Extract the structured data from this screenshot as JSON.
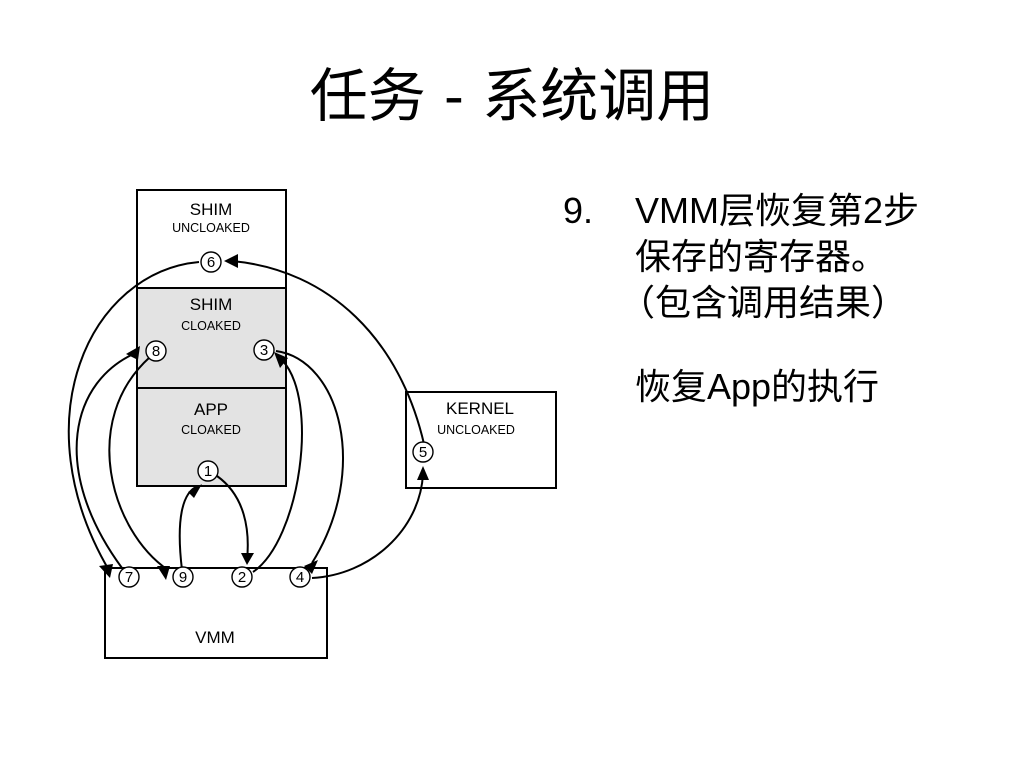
{
  "slide": {
    "title": "任务 - 系统调用"
  },
  "diagram": {
    "boxes": {
      "shim_uncloaked": {
        "main": "SHIM",
        "sub": "UNCLOAKED"
      },
      "shim_cloaked": {
        "main": "SHIM",
        "sub": "CLOAKED"
      },
      "app_cloaked": {
        "main": "APP",
        "sub": "CLOAKED"
      },
      "kernel_uncloaked": {
        "main": "KERNEL",
        "sub": "UNCLOAKED"
      },
      "vmm": {
        "main": "VMM"
      }
    },
    "steps": [
      "1",
      "2",
      "3",
      "4",
      "5",
      "6",
      "7",
      "8",
      "9"
    ]
  },
  "bullet": {
    "number": "9.",
    "line1": "VMM层恢复第2步",
    "line2": "保存的寄存器。",
    "line3": "（包含调用结果）",
    "subline": "恢复App的执行"
  }
}
